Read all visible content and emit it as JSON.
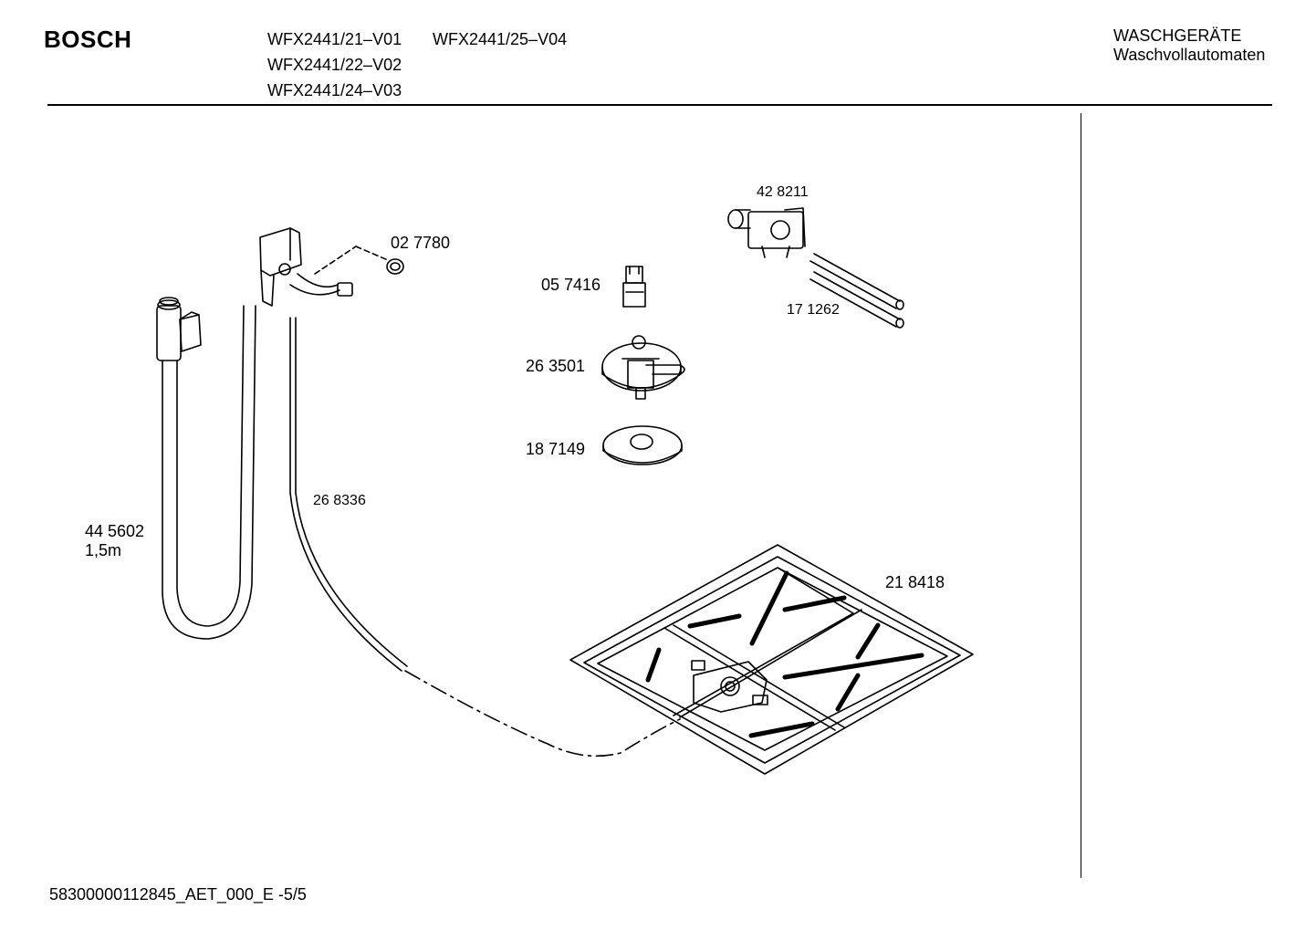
{
  "header": {
    "brand": "BOSCH",
    "models": [
      "WFX2441/21–V01",
      "WFX2441/25–V04",
      "WFX2441/22–V02",
      "WFX2441/24–V03"
    ],
    "category_line1": "WASCHGERÄTE",
    "category_line2": "Waschvollautomaten"
  },
  "parts": {
    "p428211": "42 8211",
    "p027780": "02 7780",
    "p057416": "05 7416",
    "p171262": "17 1262",
    "p263501": "26 3501",
    "p187149": "18 7149",
    "p268336": "26 8336",
    "p445602": "44 5602",
    "p445602_length": "1,5m",
    "p218418": "21 8418"
  },
  "footer": {
    "doc_id": "58300000112845_AET_000_E  -5/5"
  }
}
